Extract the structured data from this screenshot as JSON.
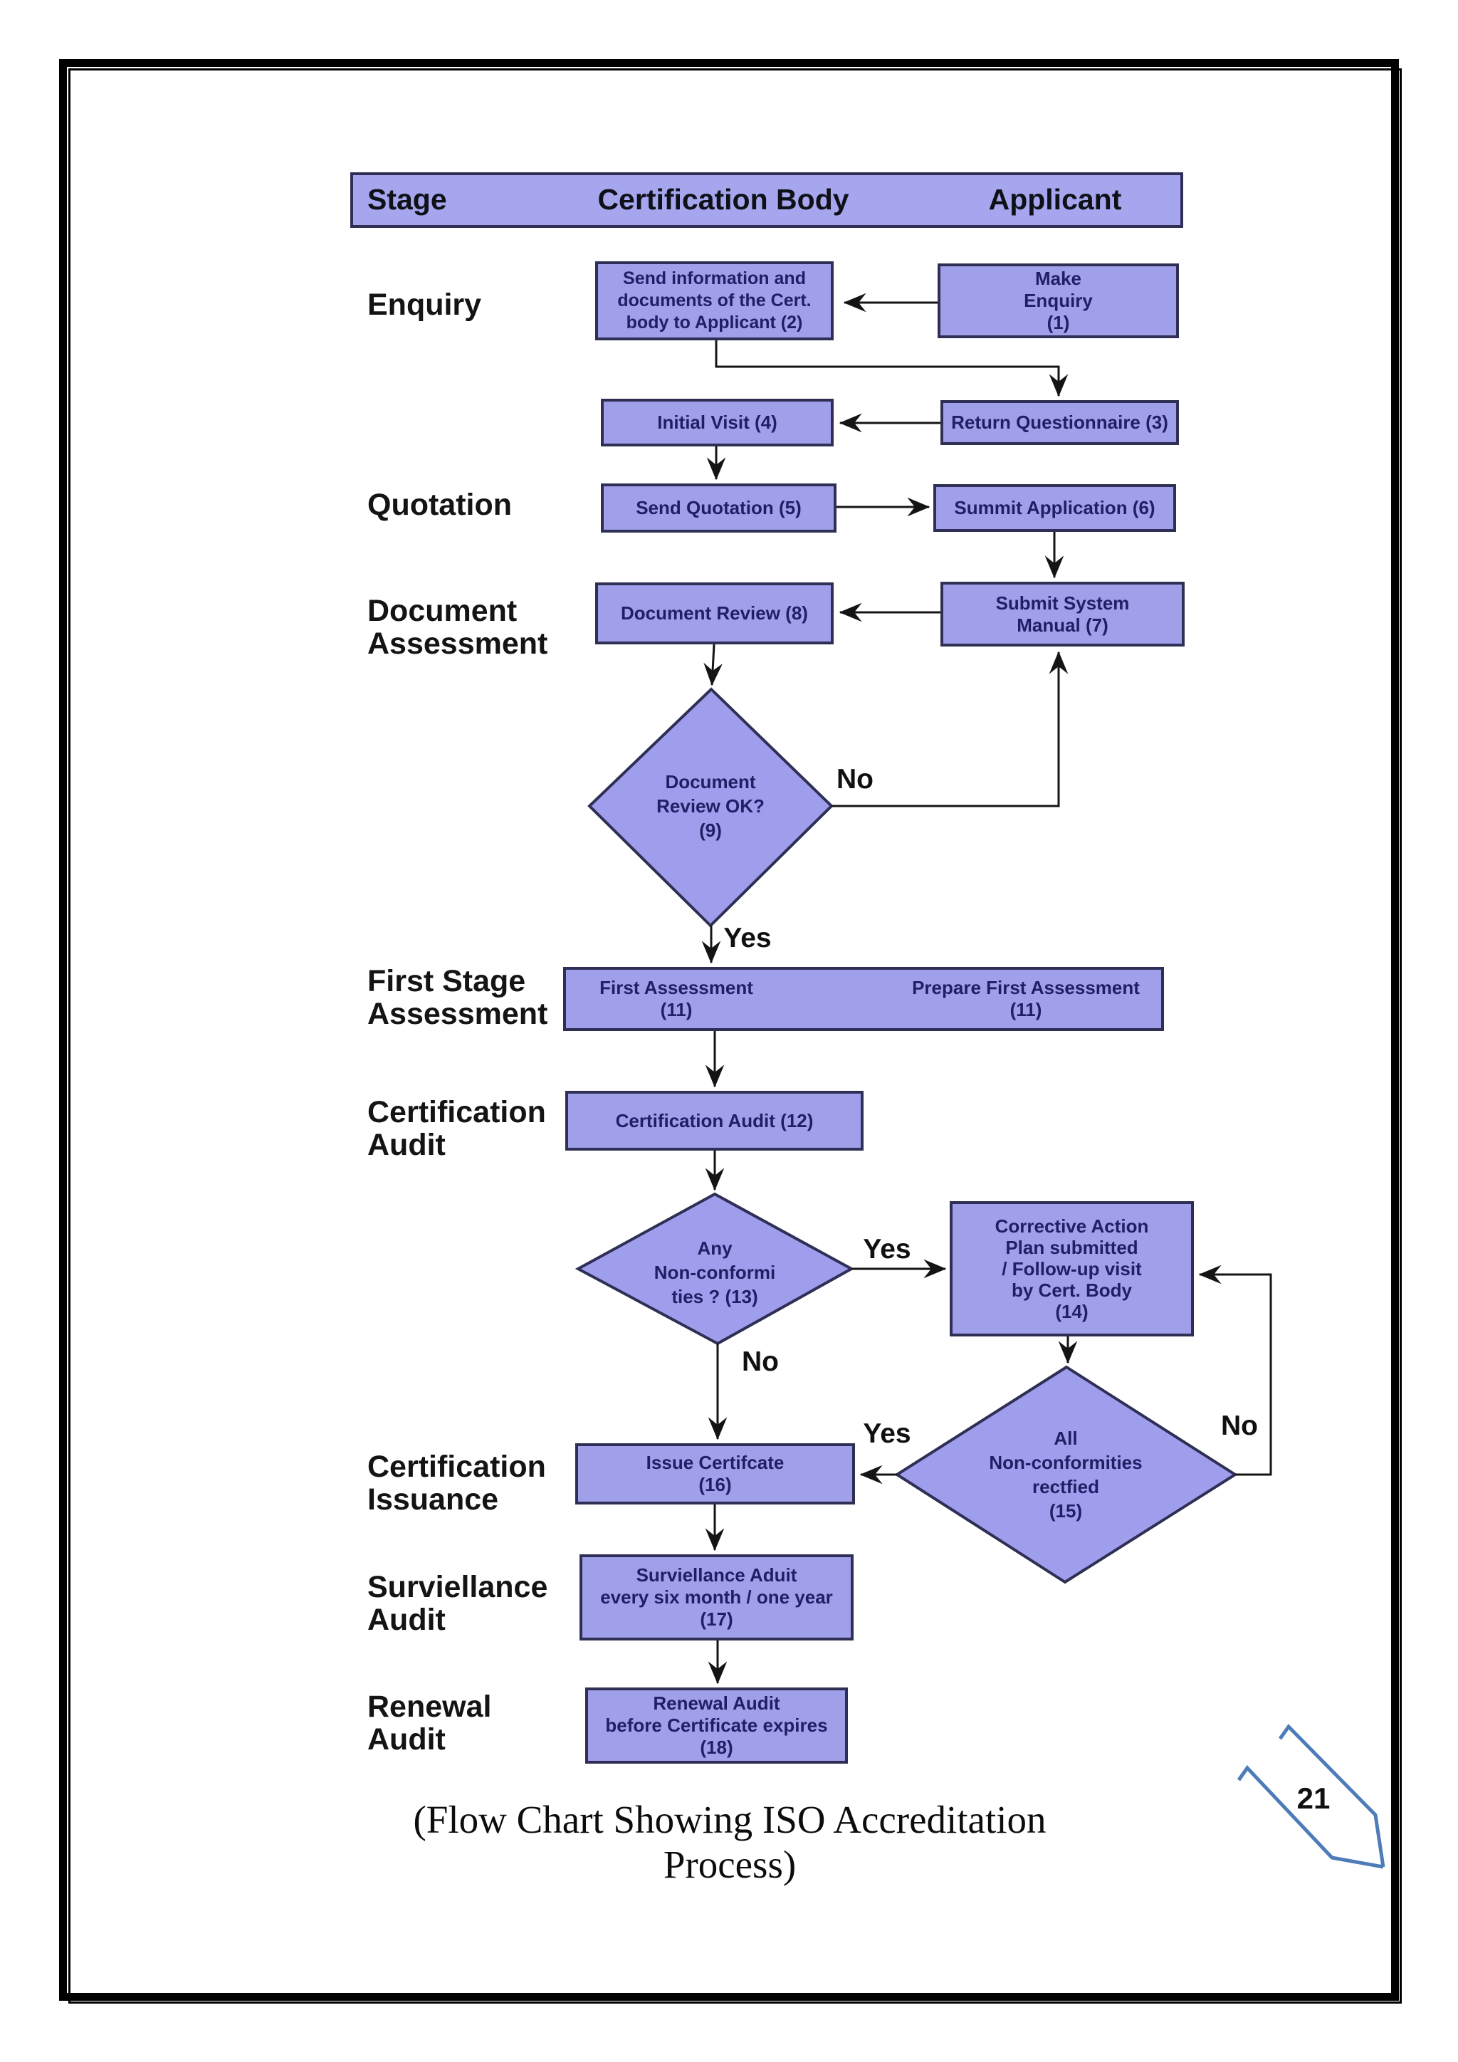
{
  "header": {
    "stage": "Stage",
    "certification_body": "Certification Body",
    "applicant": "Applicant"
  },
  "stage_labels": {
    "enquiry": [
      "Enquiry"
    ],
    "quotation": [
      "Quotation"
    ],
    "document_assessment": [
      "Document",
      "Assessment"
    ],
    "first_stage_assessment": [
      "First Stage",
      "Assessment"
    ],
    "certification_audit": [
      "Certification",
      "Audit"
    ],
    "certification_issuance": [
      "Certification",
      "Issuance"
    ],
    "surveillance_audit": [
      "Surviellance",
      "Audit"
    ],
    "renewal_audit": [
      "Renewal",
      "Audit"
    ]
  },
  "nodes": {
    "make_enquiry": [
      "Make",
      "Enquiry",
      "(1)"
    ],
    "send_information": [
      "Send information and",
      "documents of the Cert.",
      "body to  Applicant (2)"
    ],
    "return_questionnaire": [
      "Return Questionnaire (3)"
    ],
    "initial_visit": [
      "Initial Visit  (4)"
    ],
    "send_quotation": [
      "Send Quotation (5)"
    ],
    "submit_application": [
      "Summit Application (6)"
    ],
    "submit_system_manual": [
      "Submit System",
      "Manual (7)"
    ],
    "document_review": [
      "Document Review (8)"
    ],
    "document_review_ok": [
      "Document",
      "Review OK?",
      "(9)"
    ],
    "first_assessment": [
      "First Assessment",
      "(11)"
    ],
    "prepare_first_assessment": [
      "Prepare First Assessment",
      "(11)"
    ],
    "certification_audit_box": [
      "Certification Audit (12)"
    ],
    "any_nonconformities": [
      "Any",
      "Non-conformi",
      "ties ? (13)"
    ],
    "corrective_action": [
      "Corrective Action",
      "Plan submitted",
      "/ Follow-up visit",
      "by Cert. Body",
      "(14)"
    ],
    "all_nonconformities": [
      "All",
      "Non-conformities",
      "rectfied",
      "(15)"
    ],
    "issue_certificate": [
      "Issue Certifcate",
      "(16)"
    ],
    "surveillance_box": [
      "Surviellance Aduit",
      "every six month / one year",
      "(17)"
    ],
    "renewal_box": [
      "Renewal Audit",
      "before Certificate expires",
      "(18)"
    ]
  },
  "edge_labels": {
    "no_9": "No",
    "yes_9": "Yes",
    "yes_13": "Yes",
    "no_13": "No",
    "yes_15": "Yes",
    "no_15": "No"
  },
  "caption": "(Flow Chart Showing ISO Accreditation Process)",
  "page_number": "21",
  "colors": {
    "node_fill": "#a0a0ea",
    "header_fill": "#a6a6ee",
    "node_border": "#2f2f55",
    "node_text": "#1f1f66",
    "line": "#141414",
    "pen_mark": "#4d7cb8"
  }
}
